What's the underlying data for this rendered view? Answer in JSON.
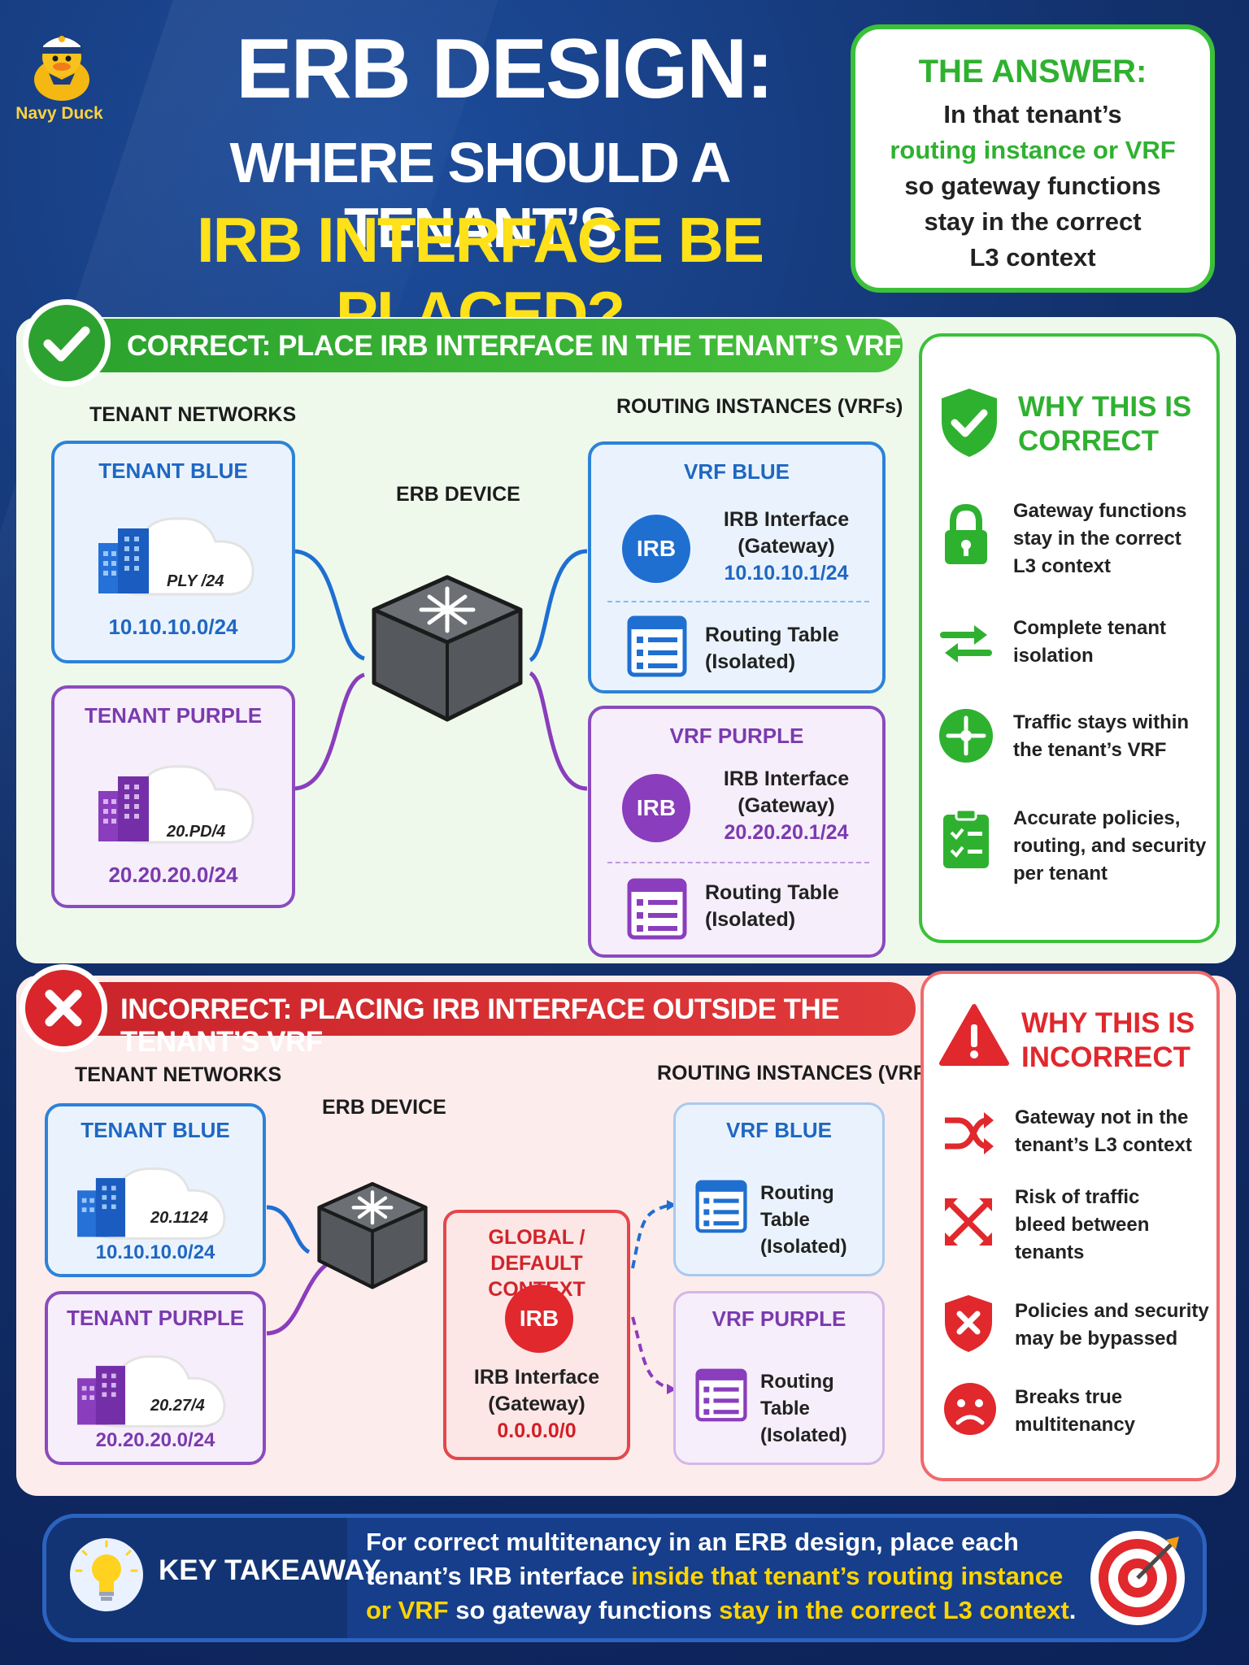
{
  "brand": {
    "name": "Navy Duck"
  },
  "header": {
    "title_line1": "ERB DESIGN:",
    "title_line2": "WHERE SHOULD A TENANT’S",
    "title_line3": "IRB INTERFACE BE PLACED?"
  },
  "answer": {
    "heading": "THE ANSWER:",
    "line1": "In that tenant’s",
    "line2": "routing instance or VRF",
    "line3": "so gateway functions",
    "line4": "stay in the correct",
    "line5": "L3 context"
  },
  "correct": {
    "banner": "CORRECT: PLACE IRB INTERFACE IN THE TENANT’S VRF",
    "tenant_networks_label": "TENANT NETWORKS",
    "routing_instances_label": "ROUTING INSTANCES (VRFs)",
    "erb_device_label": "ERB DEVICE",
    "tenant_blue": {
      "title": "TENANT BLUE",
      "cloud_label": "PLY /24",
      "subnet": "10.10.10.0/24"
    },
    "tenant_purple": {
      "title": "TENANT PURPLE",
      "cloud_label": "20.PD/4",
      "subnet": "20.20.20.0/24"
    },
    "vrf_blue": {
      "title": "VRF BLUE",
      "irb_badge": "IRB",
      "irb_line1": "IRB Interface",
      "irb_line2": "(Gateway)",
      "irb_ip": "10.10.10.1/24",
      "rt_line1": "Routing Table",
      "rt_line2": "(Isolated)"
    },
    "vrf_purple": {
      "title": "VRF PURPLE",
      "irb_badge": "IRB",
      "irb_line1": "IRB Interface",
      "irb_line2": "(Gateway)",
      "irb_ip": "20.20.20.1/24",
      "rt_line1": "Routing Table",
      "rt_line2": "(Isolated)"
    },
    "why": {
      "heading1": "WHY THIS IS",
      "heading2": "CORRECT",
      "items": [
        {
          "icon": "lock-icon",
          "line1": "Gateway functions",
          "line2": "stay in the correct",
          "line3": "L3 context"
        },
        {
          "icon": "arrows-exchange-icon",
          "line1": "Complete tenant",
          "line2": "isolation",
          "line3": ""
        },
        {
          "icon": "network-hub-icon",
          "line1": "Traffic stays within",
          "line2": "the tenant’s VRF",
          "line3": ""
        },
        {
          "icon": "checklist-icon",
          "line1": "Accurate policies,",
          "line2": "routing, and security",
          "line3": "per tenant"
        }
      ]
    }
  },
  "incorrect": {
    "banner": "INCORRECT: PLACING IRB INTERFACE OUTSIDE THE TENANT’S VRF",
    "tenant_networks_label": "TENANT NETWORKS",
    "routing_instances_label": "ROUTING INSTANCES (VRFs)",
    "erb_device_label": "ERB DEVICE",
    "tenant_blue": {
      "title": "TENANT BLUE",
      "cloud_label": "20.1124",
      "subnet": "10.10.10.0/24"
    },
    "tenant_purple": {
      "title": "TENANT PURPLE",
      "cloud_label": "20.27/4",
      "subnet": "20.20.20.0/24"
    },
    "global": {
      "line1": "GLOBAL /",
      "line2": "DEFAULT CONTEXT",
      "irb_badge": "IRB",
      "irb_line1": "IRB Interface",
      "irb_line2": "(Gateway)",
      "irb_ip": "0.0.0.0/0"
    },
    "vrf_blue": {
      "title": "VRF BLUE",
      "rt_line1": "Routing Table",
      "rt_line2": "(Isolated)"
    },
    "vrf_purple": {
      "title": "VRF PURPLE",
      "rt_line1": "Routing Table",
      "rt_line2": "(Isolated)"
    },
    "why": {
      "heading1": "WHY THIS IS",
      "heading2": "INCORRECT",
      "items": [
        {
          "icon": "shuffle-icon",
          "line1": "Gateway not in the",
          "line2": "tenant’s L3 context",
          "line3": ""
        },
        {
          "icon": "scatter-arrows-icon",
          "line1": "Risk of traffic",
          "line2": "bleed between",
          "line3": "tenants"
        },
        {
          "icon": "shield-x-icon",
          "line1": "Policies and security",
          "line2": "may be bypassed",
          "line3": ""
        },
        {
          "icon": "sad-face-icon",
          "line1": "Breaks true",
          "line2": "multitenancy",
          "line3": ""
        }
      ]
    }
  },
  "takeaway": {
    "heading": "KEY TAKEAWAY",
    "part1": "For correct multitenancy in an ERB design, place each tenant’s IRB interface ",
    "highlight1": "inside that tenant’s routing instance or VRF",
    "part2": " so gateway functions ",
    "highlight2": "stay in the correct L3 context",
    "part3": "."
  },
  "colors": {
    "green": "#2fb130",
    "red": "#d8262c",
    "blue": "#1f67c2",
    "purple": "#7b3aae",
    "yellow": "#ffe11a",
    "navy": "#12306b"
  }
}
